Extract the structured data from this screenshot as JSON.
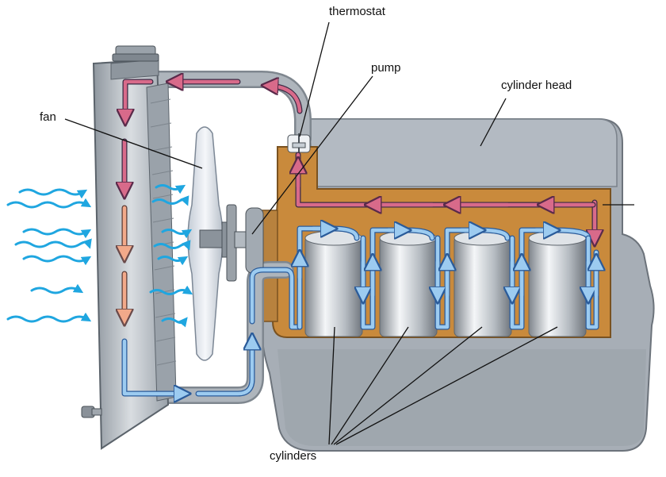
{
  "labels": {
    "thermostat": "thermostat",
    "pump": "pump",
    "cylinder_head": "cylinder head",
    "fan": "fan",
    "cylinders": "cylinders"
  },
  "colors": {
    "hot_coolant": "#d86a8a",
    "cooling_coolant": "#f2a98a",
    "cool_coolant": "#9ccbf0",
    "arrow_outline": "#2a5b9a",
    "air_flow": "#1fa6e0",
    "engine_block": "#a7aeb6",
    "water_jacket": "#c98a3c",
    "radiator": "#b4bcc4"
  },
  "icons": [
    "radiator-cap-icon",
    "thermostat-icon",
    "fan-blade-icon",
    "pump-icon",
    "drain-plug-icon"
  ]
}
